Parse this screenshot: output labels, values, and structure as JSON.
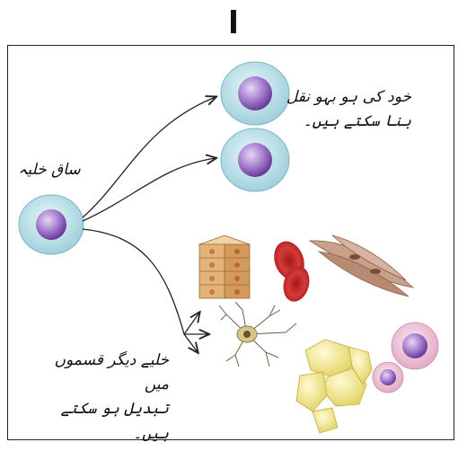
{
  "header": {
    "number": "ا"
  },
  "labels": {
    "stem_cell": "ساق خلیہ",
    "self_renewal": [
      "خود کی ہو بہو نقل",
      "بنا سکتے ہیں۔"
    ],
    "differentiation": [
      "خلیے دیگر قسموں میں",
      "تبدیل ہو سکتے ہیں۔"
    ]
  },
  "colors": {
    "cell_outer": "#bfe3ea",
    "cell_nucleus": "#9a6fc4",
    "arrow": "#222222",
    "blood_cell": "#cc2b2b",
    "fat_cell": "#f3ea8c",
    "muscle": "#b98a74",
    "epithelial": "#d9a86b"
  }
}
